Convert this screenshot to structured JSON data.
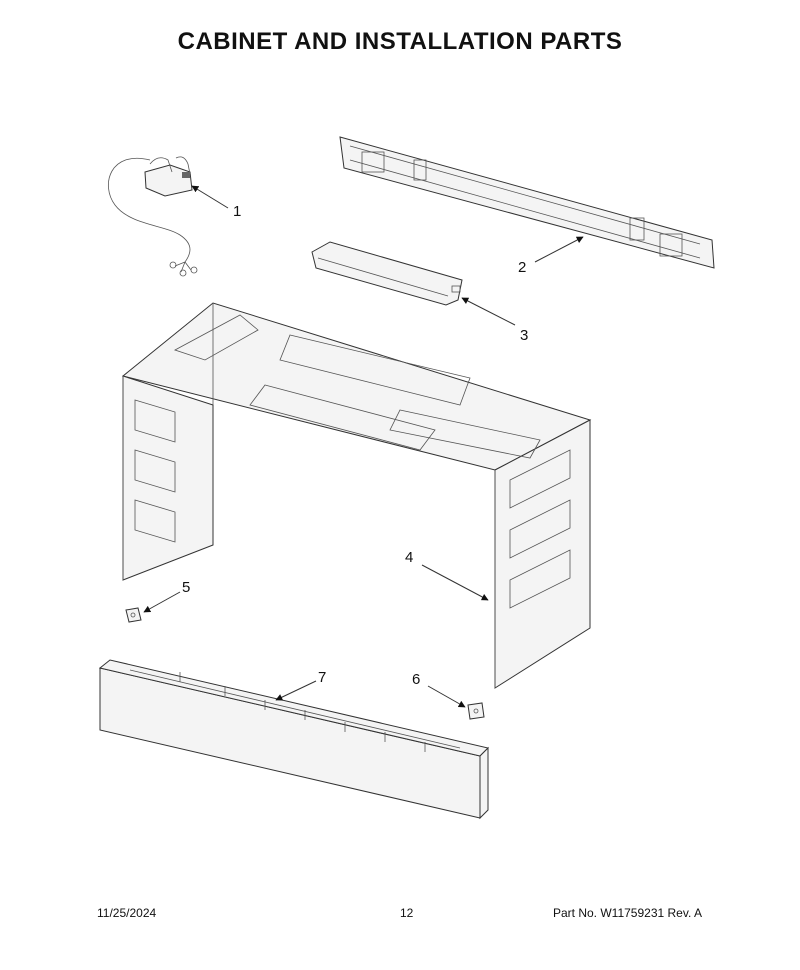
{
  "page": {
    "title": "CABINET AND INSTALLATION PARTS"
  },
  "callouts": [
    "1",
    "2",
    "3",
    "4",
    "5",
    "6",
    "7"
  ],
  "footer": {
    "date": "11/25/2024",
    "page_number": "12",
    "part_no": "Part No.  W11759231  Rev.  A"
  }
}
